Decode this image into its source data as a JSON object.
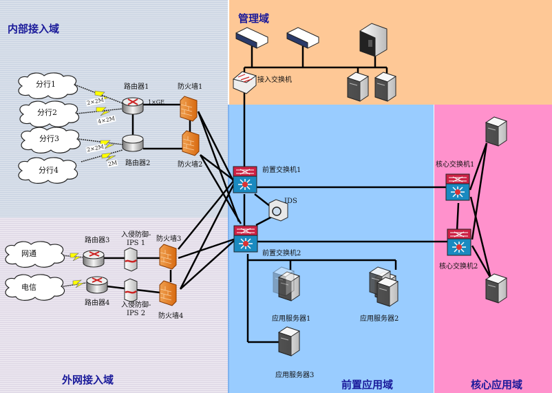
{
  "zones": {
    "internal": {
      "title": "内部接入域"
    },
    "external": {
      "title": "外网接入域"
    },
    "management": {
      "title": "管理域"
    },
    "front_app": {
      "title": "前置应用域"
    },
    "core_app": {
      "title": "核心应用域"
    }
  },
  "colors": {
    "internal_bg": "#d9e0ea",
    "external_bg": "#ebe6ef",
    "management_bg": "#fec896",
    "front_app_bg": "#99ccff",
    "core_app_bg": "#ff91cc",
    "zone_title": "#1a1a9a",
    "link": "#000000",
    "wan_bolt": "#ffff00"
  },
  "clouds": [
    {
      "id": "branch1",
      "label": "分行1"
    },
    {
      "id": "branch2",
      "label": "分行2"
    },
    {
      "id": "branch3",
      "label": "分行3"
    },
    {
      "id": "branch4",
      "label": "分行4"
    },
    {
      "id": "cnc",
      "label": "网通"
    },
    {
      "id": "telecom",
      "label": "电信"
    }
  ],
  "bandwidth_labels": [
    "2×2M",
    "4×2M",
    "2×2M",
    "2M",
    "1×GE"
  ],
  "devices": {
    "router1": "路由器1",
    "router2": "路由器2",
    "router3": "路由器3",
    "router4": "路由器4",
    "firewall1": "防火墙1",
    "firewall2": "防火墙2",
    "firewall3": "防火墙3",
    "firewall4": "防火墙4",
    "ips1": "入侵防御-\nIPS 1",
    "ips1_line1": "入侵防御-",
    "ips1_line2": "IPS 1",
    "ips2_line1": "入侵防御-",
    "ips2_line2": "IPS 2",
    "access_switch": "接入交换机",
    "front_switch1": "前置交换机1",
    "front_switch2": "前置交换机2",
    "ids": "IDS",
    "app_server1": "应用服务器1",
    "app_server2": "应用服务器2",
    "app_server3": "应用服务器3",
    "core_switch1": "核心交换机1",
    "core_switch2": "核心交换机2"
  }
}
